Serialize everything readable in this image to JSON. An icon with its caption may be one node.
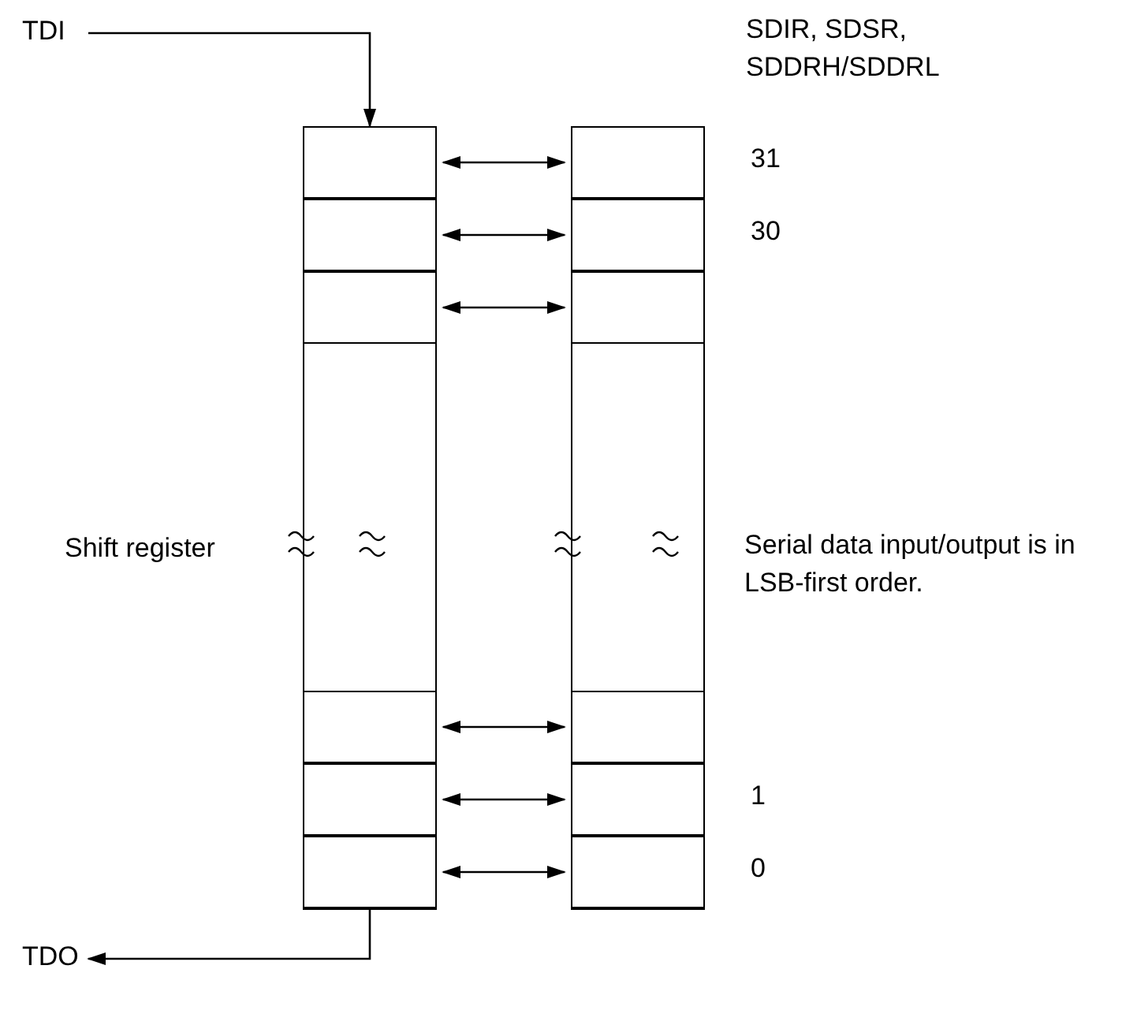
{
  "diagram": {
    "nodes": [
      {
        "text": [
          "TDI"
        ]
      },
      {
        "text": [],
        "shape": "box",
        "beside": [
          "Shift register"
        ]
      },
      {
        "text": [],
        "shape": "box",
        "in": 1
      },
      {
        "text": [],
        "shape": "box",
        "in": 1
      },
      {
        "text": [],
        "shape": "box",
        "in": 1
      },
      {
        "text": [],
        "shape": "box",
        "in": 1
      },
      {
        "text": [],
        "shape": "box",
        "in": 1
      },
      {
        "text": [],
        "shape": "box",
        "in": 1
      },
      {
        "text": [
          "SDIR, SDSR, SDDRH/SDDRL"
        ]
      },
      {
        "text": [],
        "shape": "box",
        "in": 8,
        "beside": [
          "31"
        ]
      },
      {
        "text": [],
        "shape": "box",
        "in": 8,
        "beside": [
          "30"
        ]
      },
      {
        "text": [],
        "shape": "box",
        "in": 8
      },
      {
        "text": [],
        "shape": "box",
        "in": 8
      },
      {
        "text": [],
        "shape": "box",
        "in": 8,
        "beside": [
          "1"
        ]
      },
      {
        "text": [],
        "shape": "box",
        "in": 8,
        "beside": [
          "0"
        ]
      },
      {
        "text": [
          "TDO"
        ]
      }
    ],
    "edges": [
      {
        "from": 0,
        "to": 2,
        "arrow": "to"
      },
      {
        "from": 2,
        "to": 9,
        "arrow": "both"
      },
      {
        "from": 3,
        "to": 10,
        "arrow": "both"
      },
      {
        "from": 4,
        "to": 11,
        "arrow": "both"
      },
      {
        "from": 5,
        "to": 12,
        "arrow": "both"
      },
      {
        "from": 6,
        "to": 13,
        "arrow": "both"
      },
      {
        "from": 7,
        "to": 14,
        "arrow": "both"
      },
      {
        "from": 7,
        "to": 15,
        "arrow": "to"
      }
    ],
    "labels": [
      "Serial data input/output is in LSB-first order."
    ]
  }
}
